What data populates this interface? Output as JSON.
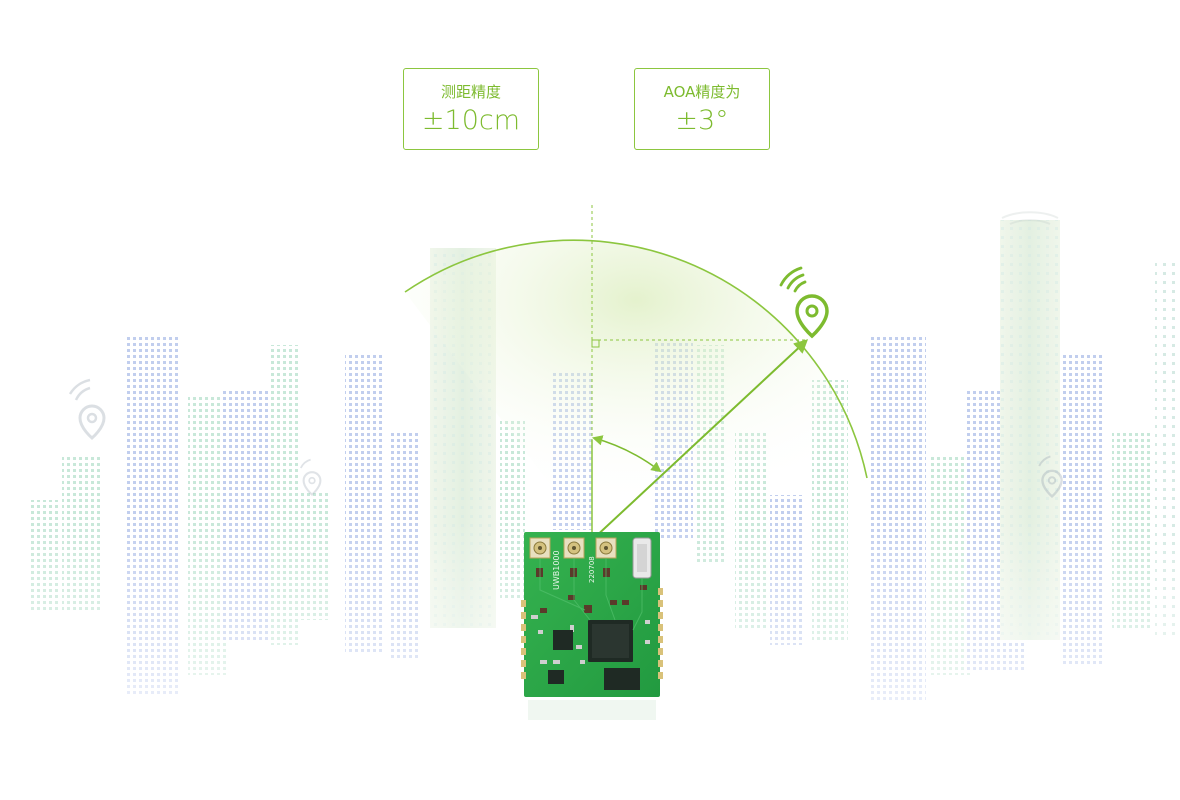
{
  "specs": [
    {
      "label": "测距精度",
      "value": "±10cm"
    },
    {
      "label": "AOA精度为",
      "value": "±3°"
    }
  ],
  "board": {
    "silk_model": "UWB1000",
    "silk_date": "220708"
  },
  "colors": {
    "accent": "#7dbb2f",
    "line": "#8cc63f",
    "pcb": "#2aa848",
    "chip": "#1f2a24",
    "city_blue": "#c7d3ee",
    "city_green": "#cfe9dd"
  },
  "icons": [
    "location-pin-icon",
    "signal-waves-icon",
    "angle-arrow-icon"
  ]
}
